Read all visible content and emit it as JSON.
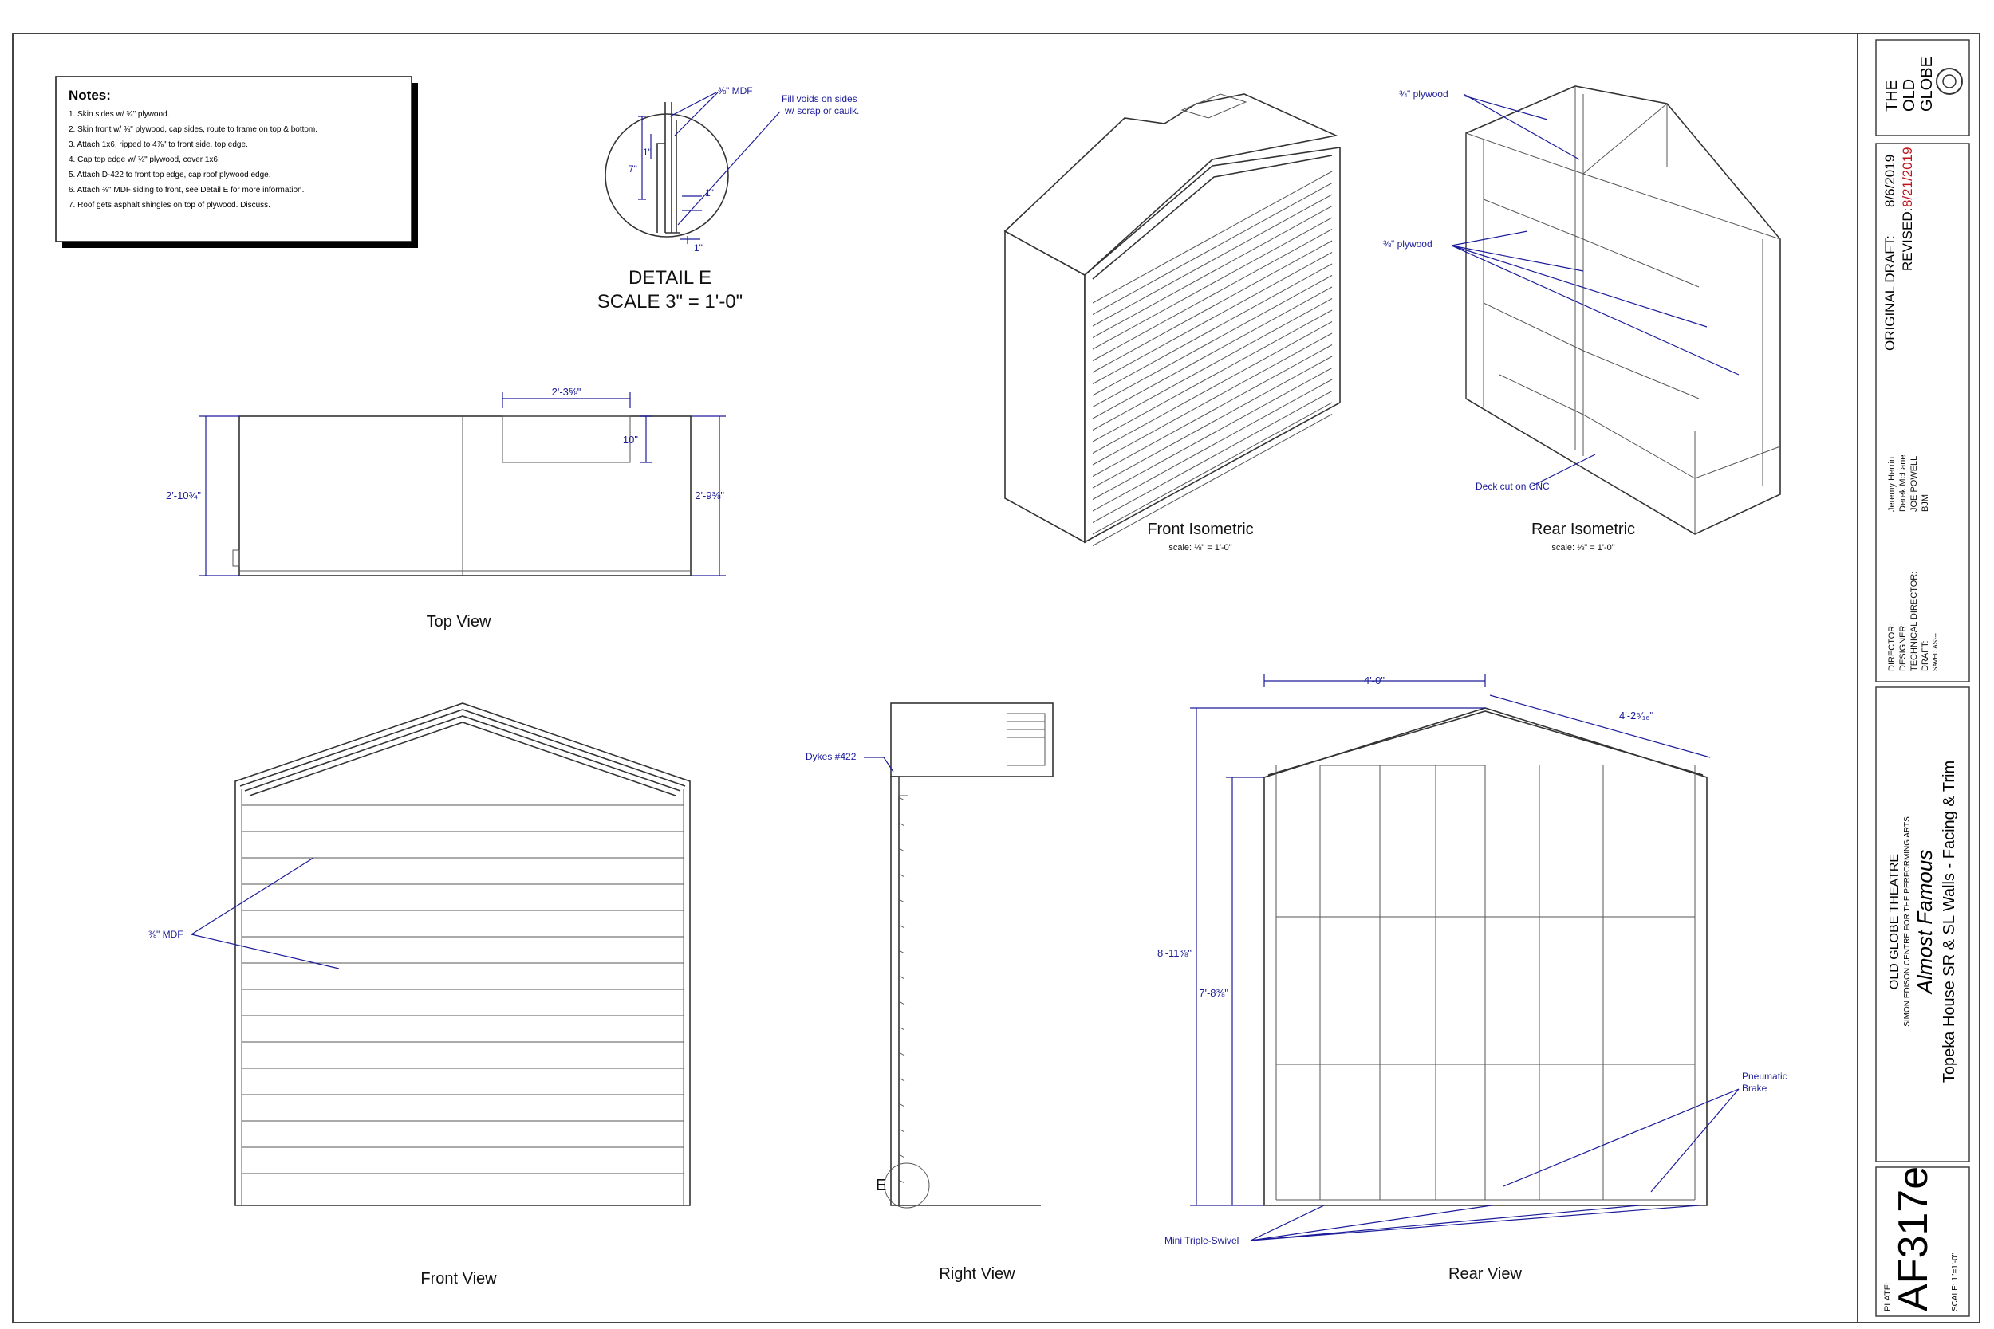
{
  "notes": {
    "heading": "Notes:",
    "items": [
      "1. Skin sides w/ ¾\" plywood.",
      "2. Skin front w/ ¾\" plywood, cap sides, route to frame on top & bottom.",
      "3. Attach 1x6, ripped to 4⅞\" to front side, top edge.",
      "4. Cap top edge w/ ¾\" plywood, cover 1x6.",
      "5. Attach D-422 to front top edge, cap roof plywood edge.",
      "6. Attach ⅜\" MDF siding to front, see Detail E for more information.",
      "7. Roof gets asphalt shingles on top of plywood. Discuss."
    ]
  },
  "detail_e": {
    "title": "DETAIL E",
    "scale": "SCALE 3\" = 1'-0\"",
    "mdf_label": "⅜\" MDF",
    "fill_note_1": "Fill voids on sides",
    "fill_note_2": "w/ scrap or caulk.",
    "dim_7": "7\"",
    "dim_1a": "1\"",
    "dim_1b": "1\"",
    "dim_1c": "1\""
  },
  "top_view": {
    "label": "Top View",
    "dim_width": "2'-3⅝\"",
    "dim_10": "10\"",
    "dim_left": "2'-10¾\"",
    "dim_right": "2'-9⅜\""
  },
  "front_iso": {
    "label": "Front Isometric",
    "scale": "scale: ⅛\" = 1'-0\""
  },
  "rear_iso": {
    "label": "Rear Isometric",
    "scale": "scale: ⅛\" = 1'-0\"",
    "ply_34": "¾\" plywood",
    "ply_38": "⅜\" plywood",
    "deck": "Deck cut on CNC"
  },
  "front_view": {
    "label": "Front View",
    "mdf": "⅜\" MDF"
  },
  "right_view": {
    "label": "Right View",
    "dykes": "Dykes #422",
    "detail_callout": "E"
  },
  "rear_view": {
    "label": "Rear View",
    "dim_4ft": "4'-0\"",
    "dim_roof": "4'-2⁵⁄₁₆\"",
    "dim_total": "8'-11⅜\"",
    "dim_wall": "7'-8⅜\"",
    "brake_1": "Pneumatic",
    "brake_2": "Brake",
    "casters": "Mini Triple-Swivel"
  },
  "title_block": {
    "logo_1": "THE",
    "logo_2": "OLD",
    "logo_3": "GLOBE",
    "orig_label": "ORIGINAL DRAFT:",
    "orig_date": "8/6/2019",
    "rev_label": "REVISED:",
    "rev_date": "8/21/2019",
    "director_label": "DIRECTOR:",
    "director": "Jeremy Herrin",
    "designer_label": "DESIGNER:",
    "designer": "Derek McLane",
    "td_label": "TECHNICAL DIRECTOR:",
    "td": "JOE POWELL",
    "draft_label": "DRAFT:",
    "draft": "BJM",
    "saved_label": "SAVED AS:",
    "saved": "---",
    "theatre": "OLD GLOBE THEATRE",
    "centre": "SIMON EDISON CENTRE FOR THE PERFORMING ARTS",
    "show": "Almost Famous",
    "drawing": "Topeka House SR & SL Walls - Facing & Trim",
    "plate_label": "PLATE:",
    "plate": "AF317e",
    "scale": "SCALE: 1\"=1'-0\""
  },
  "colors": {
    "dimension": "#1c1c9a",
    "revised": "#c0141c",
    "line": "#333333"
  }
}
